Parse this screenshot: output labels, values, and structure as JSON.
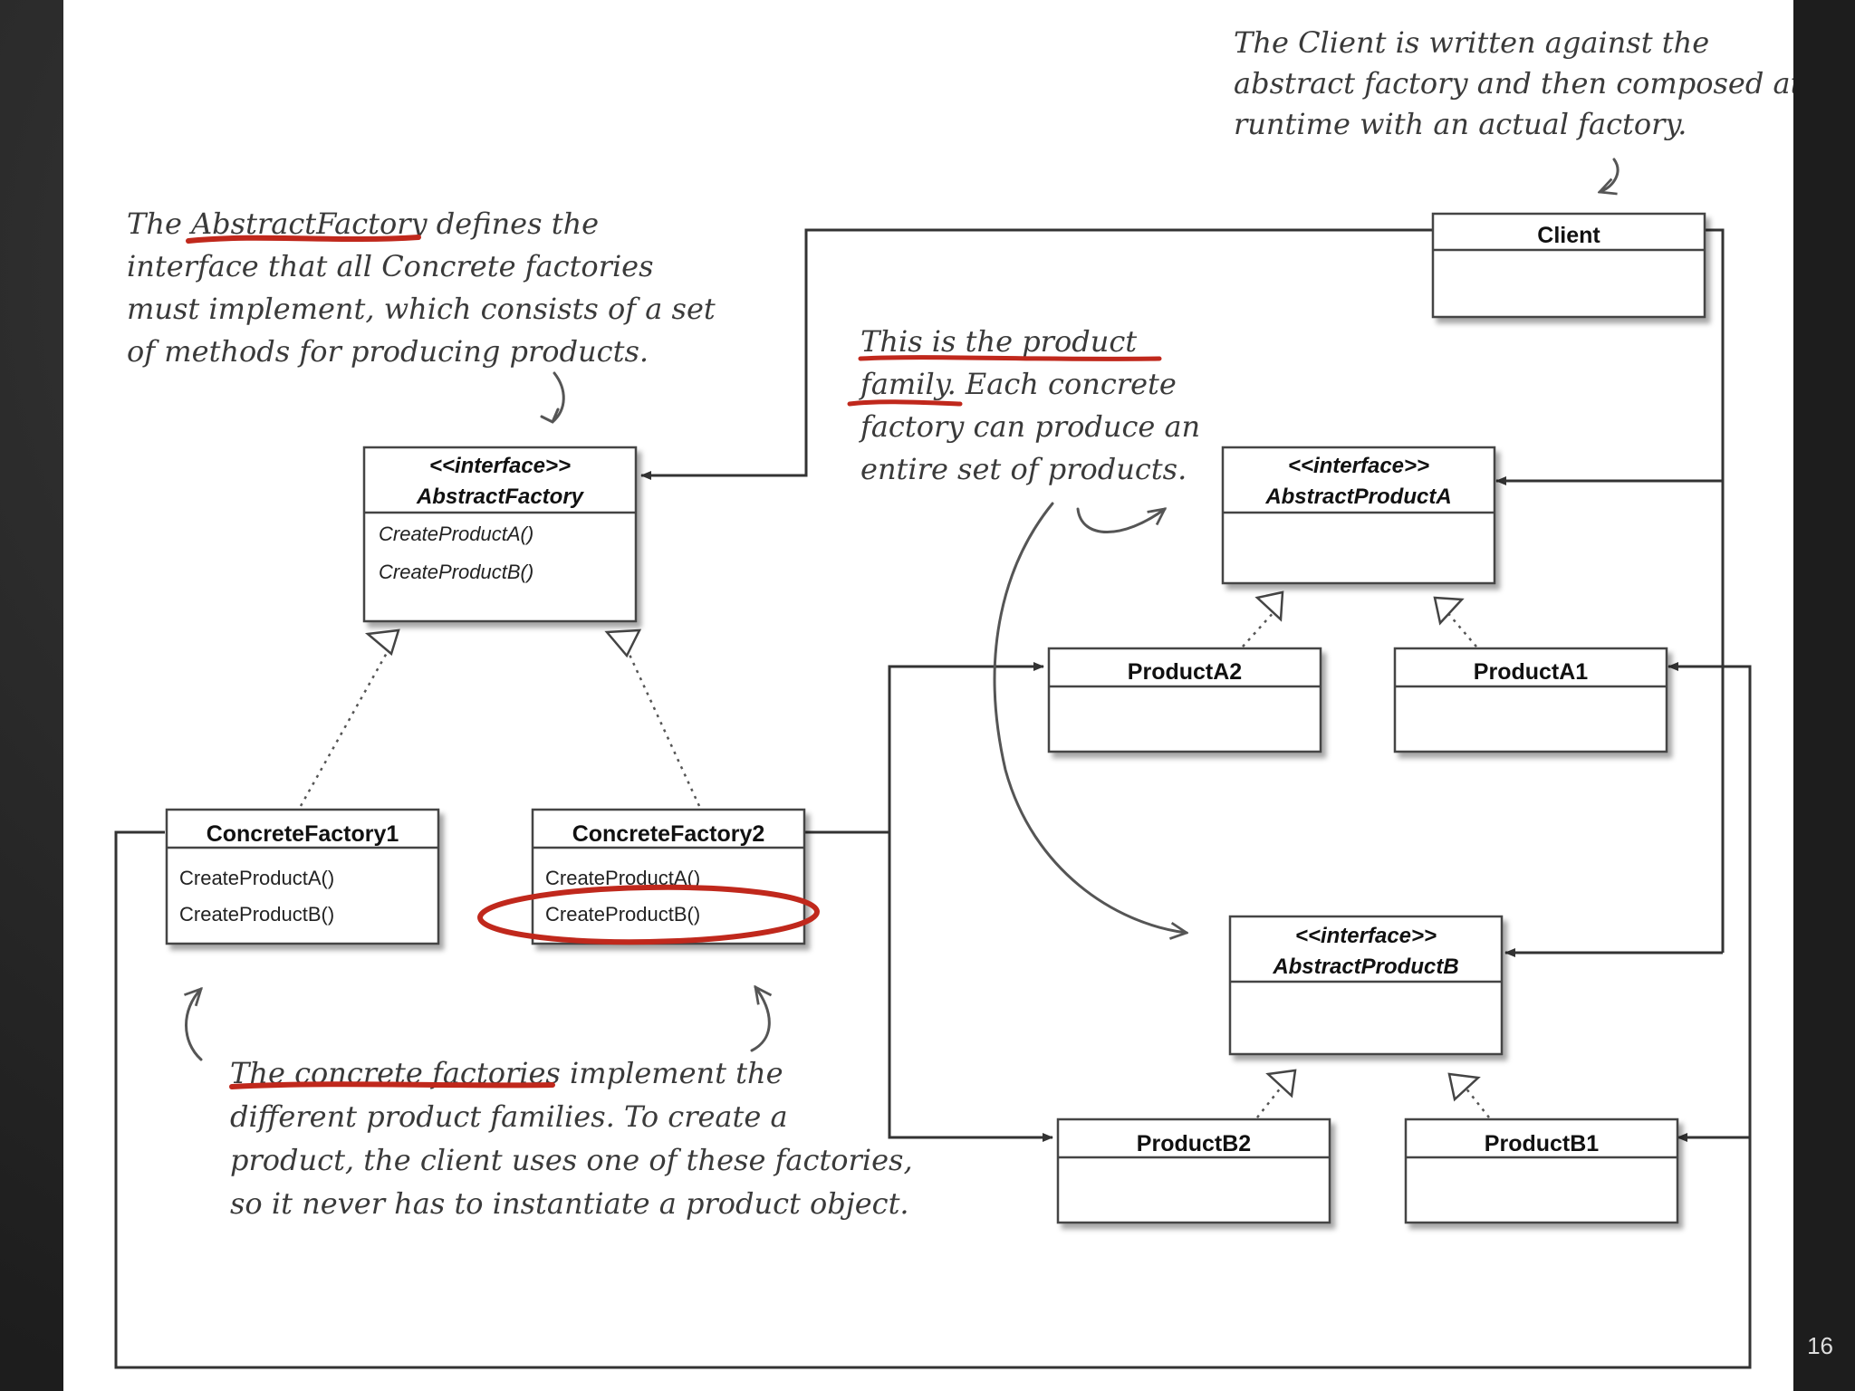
{
  "classes": {
    "client": {
      "name": "Client"
    },
    "abstract_factory": {
      "stereotype": "<<interface>>",
      "name": "AbstractFactory",
      "methods": [
        "CreateProductA()",
        "CreateProductB()"
      ]
    },
    "abstract_product_a": {
      "stereotype": "<<interface>>",
      "name": "AbstractProductA"
    },
    "product_a2": {
      "name": "ProductA2"
    },
    "product_a1": {
      "name": "ProductA1"
    },
    "concrete_factory_1": {
      "name": "ConcreteFactory1",
      "methods": [
        "CreateProductA()",
        "CreateProductB()"
      ]
    },
    "concrete_factory_2": {
      "name": "ConcreteFactory2",
      "methods": [
        "CreateProductA()",
        "CreateProductB()"
      ]
    },
    "abstract_product_b": {
      "stereotype": "<<interface>>",
      "name": "AbstractProductB"
    },
    "product_b2": {
      "name": "ProductB2"
    },
    "product_b1": {
      "name": "ProductB1"
    }
  },
  "notes": {
    "client": [
      "The Client is written against the",
      "abstract factory and then composed at",
      "runtime with an actual factory."
    ],
    "abstract_factory": [
      "The AbstractFactory defines the",
      "interface that all Concrete factories",
      "must implement, which consists of a set",
      "of methods for producing products."
    ],
    "product_family": [
      "This is the product",
      "family.  Each concrete",
      "factory can produce an",
      "entire set of products."
    ],
    "concrete_factories": [
      "The concrete factories implement the",
      "different product families.  To create a",
      "product, the client uses one of these factories,",
      "so it never has to instantiate a product object."
    ]
  },
  "slide": {
    "page_number": "16"
  },
  "colors": {
    "highlight_red": "#c0281c",
    "line": "#333333",
    "background": "#ffffff"
  }
}
